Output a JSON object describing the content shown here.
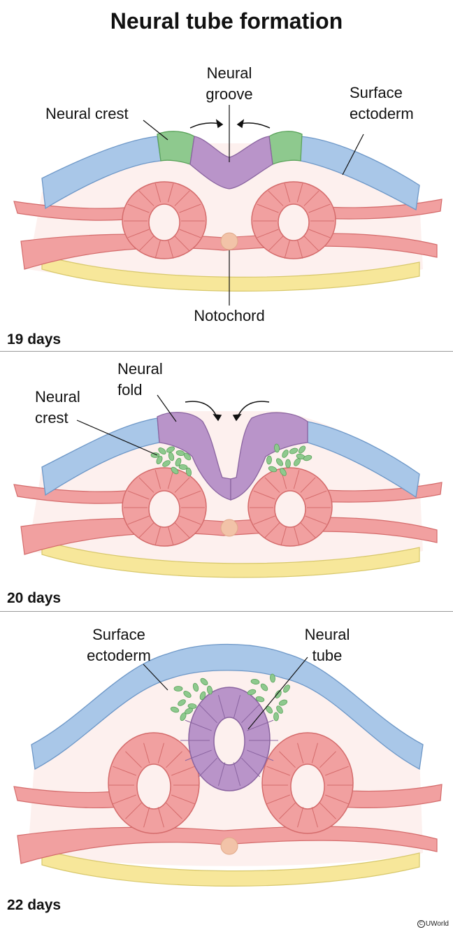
{
  "title": "Neural tube formation",
  "stages": [
    {
      "day_label": "19 days",
      "labels": {
        "neural_crest": "Neural crest",
        "neural_groove_1": "Neural",
        "neural_groove_2": "groove",
        "surface_ectoderm_1": "Surface",
        "surface_ectoderm_2": "ectoderm",
        "notochord": "Notochord"
      }
    },
    {
      "day_label": "20 days",
      "labels": {
        "neural_crest_1": "Neural",
        "neural_crest_2": "crest",
        "neural_fold_1": "Neural",
        "neural_fold_2": "fold"
      }
    },
    {
      "day_label": "22 days",
      "labels": {
        "surface_ectoderm_1": "Surface",
        "surface_ectoderm_2": "ectoderm",
        "neural_tube_1": "Neural",
        "neural_tube_2": "tube"
      }
    }
  ],
  "colors": {
    "surface_ectoderm": "#a9c7e8",
    "neural_crest": "#8ec98e",
    "neural_plate": "#b994c9",
    "somite": "#f1a0a0",
    "endoderm": "#f7e79a",
    "notochord": "#f2c3a8",
    "mesenchyme": "#fdf0ee"
  },
  "copyright": "UWorld"
}
